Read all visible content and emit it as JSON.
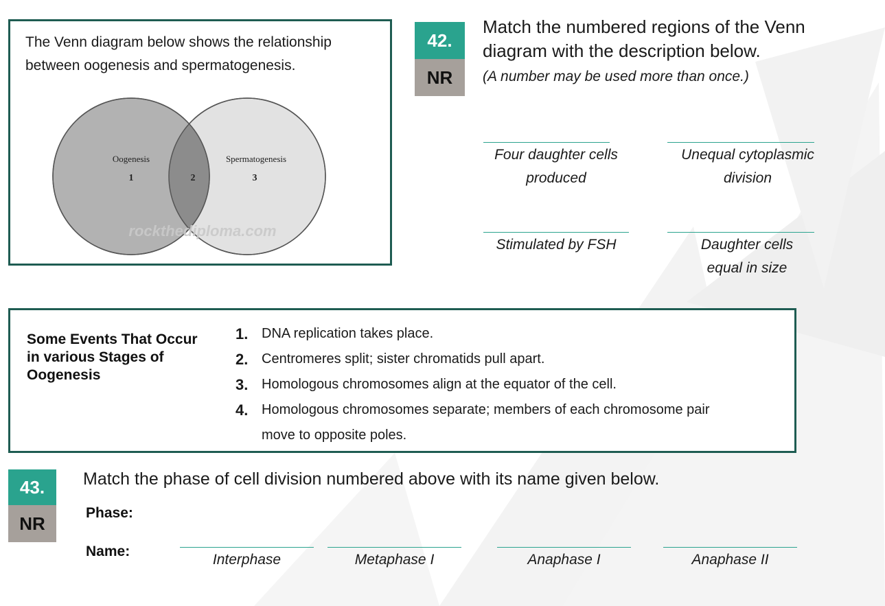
{
  "venn": {
    "intro": "The Venn diagram below shows the relationship between oogenesis and spermatogenesis.",
    "left_label": "Oogenesis",
    "left_number": "1",
    "middle_number": "2",
    "right_label": "Spermatogenesis",
    "right_number": "3",
    "watermark": "rockthediploma.com"
  },
  "q42": {
    "number": "42.",
    "type": "NR",
    "text": "Match the numbered regions of the Venn diagram with the description below.",
    "note": "(A number may be used more than once.)",
    "answers": [
      "Four daughter cells produced",
      "Unequal cytoplasmic division",
      "Stimulated by FSH",
      "Daughter cells equal in size"
    ]
  },
  "events": {
    "title": "Some Events That Occur in various Stages of Oogenesis",
    "items": [
      {
        "num": "1.",
        "text": "DNA replication takes place."
      },
      {
        "num": "2.",
        "text": "Centromeres split; sister chromatids pull apart."
      },
      {
        "num": "3.",
        "text": "Homologous chromosomes align at the equator of the cell."
      },
      {
        "num": "4.",
        "text": "Homologous chromosomes separate; members of each chromosome pair move to opposite poles."
      }
    ]
  },
  "q43": {
    "number": "43.",
    "type": "NR",
    "text": "Match the phase of cell division numbered above with its name given below.",
    "phase_label": "Phase:",
    "name_label": "Name:",
    "names": [
      "Interphase",
      "Metaphase I",
      "Anaphase I",
      "Anaphase II"
    ]
  },
  "colors": {
    "box_border": "#1e5c52",
    "badge_green": "#2aa38e",
    "badge_gray": "#a6a09b"
  }
}
